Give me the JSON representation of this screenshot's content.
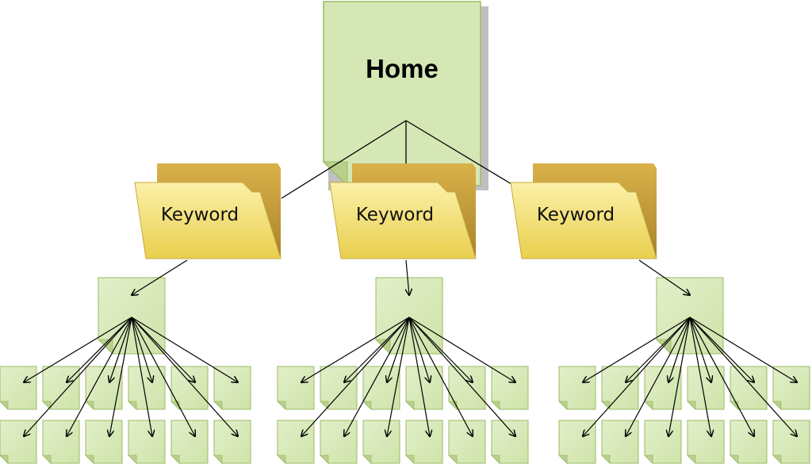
{
  "home": {
    "label": "Home"
  },
  "folders": [
    {
      "label": "Keyword"
    },
    {
      "label": "Keyword"
    },
    {
      "label": "Keyword"
    }
  ],
  "groups": [
    {
      "pages_per_row": 6,
      "rows": 2
    },
    {
      "pages_per_row": 6,
      "rows": 2
    },
    {
      "pages_per_row": 6,
      "rows": 2
    }
  ],
  "colors": {
    "page_fill": "#d7e8b8",
    "page_stroke": "#9bbb63",
    "folder_front": "#f3e27a",
    "folder_back": "#c9a53c",
    "line": "#000000"
  }
}
